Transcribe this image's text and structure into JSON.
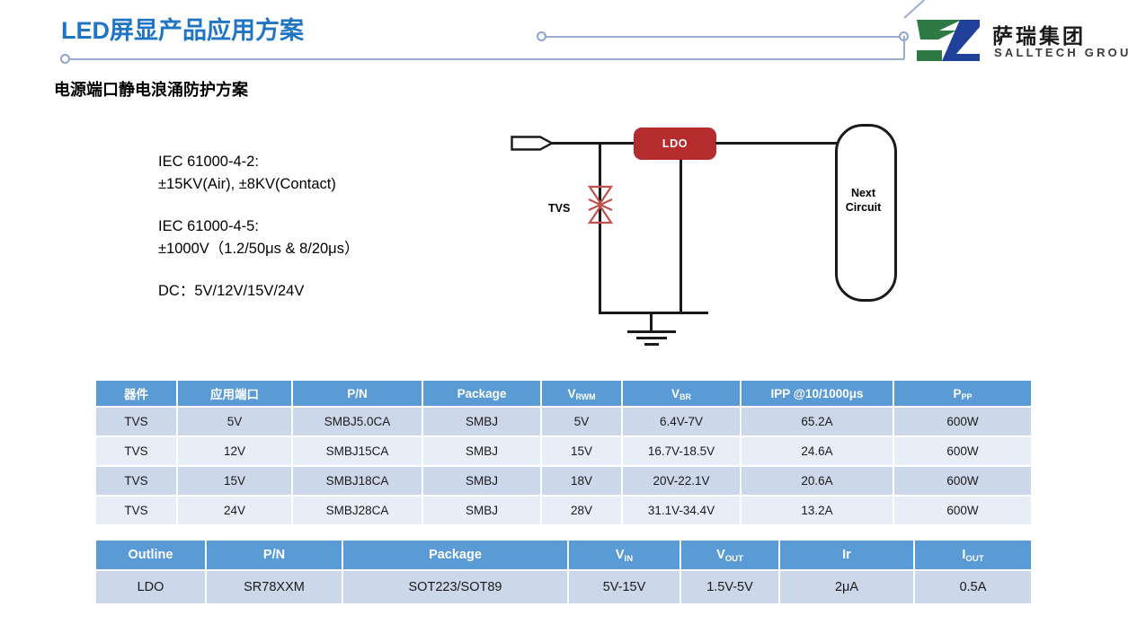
{
  "header": {
    "title": "LED屏显产品应用方案",
    "subtitle": "电源端口静电浪涌防护方案",
    "accent_color": "#1f75c4",
    "deco_line_color": "#9aaed5"
  },
  "logo": {
    "name_cn": "萨瑞集团",
    "name_en": "SALLTECH GROUP",
    "green": "#2f7a44",
    "blue": "#20409a"
  },
  "spec": {
    "groups": [
      {
        "line1": "IEC 61000-4-2:",
        "line2": "±15KV(Air), ±8KV(Contact)"
      },
      {
        "line1": "IEC 61000-4-5:",
        "line2": "±1000V（1.2/50μs & 8/20μs）"
      },
      {
        "line1": "DC：5V/12V/15V/24V",
        "line2": ""
      }
    ]
  },
  "circuit": {
    "tvs_label": "TVS",
    "ldo_label": "LDO",
    "ldo_color": "#b52c2f",
    "next_circuit_line1": "Next",
    "next_circuit_line2": "Circuit",
    "wire_color": "#1a1a1a",
    "tvs_symbol_color": "#c0504d"
  },
  "table_tvs": {
    "header_color": "#5b9bd5",
    "columns": [
      {
        "label": "器件",
        "sub": ""
      },
      {
        "label": "应用端口",
        "sub": ""
      },
      {
        "label": "P/N",
        "sub": ""
      },
      {
        "label": "Package",
        "sub": ""
      },
      {
        "label": "V",
        "sub": "RWM"
      },
      {
        "label": "V",
        "sub": "BR"
      },
      {
        "label": "IPP @10/1000μs",
        "sub": ""
      },
      {
        "label": "P",
        "sub": "PP"
      }
    ],
    "rows": [
      [
        "TVS",
        "5V",
        "SMBJ5.0CA",
        "SMBJ",
        "5V",
        "6.4V-7V",
        "65.2A",
        "600W"
      ],
      [
        "TVS",
        "12V",
        "SMBJ15CA",
        "SMBJ",
        "15V",
        "16.7V-18.5V",
        "24.6A",
        "600W"
      ],
      [
        "TVS",
        "15V",
        "SMBJ18CA",
        "SMBJ",
        "18V",
        "20V-22.1V",
        "20.6A",
        "600W"
      ],
      [
        "TVS",
        "24V",
        "SMBJ28CA",
        "SMBJ",
        "28V",
        "31.1V-34.4V",
        "13.2A",
        "600W"
      ]
    ]
  },
  "table_ldo": {
    "header_color": "#5b9bd5",
    "columns": [
      {
        "label": "Outline",
        "sub": ""
      },
      {
        "label": "P/N",
        "sub": ""
      },
      {
        "label": "Package",
        "sub": ""
      },
      {
        "label": "V",
        "sub": "IN"
      },
      {
        "label": "V",
        "sub": "OUT"
      },
      {
        "label": "Ir",
        "sub": ""
      },
      {
        "label": "I",
        "sub": "OUT"
      }
    ],
    "rows": [
      [
        "LDO",
        "SR78XXM",
        "SOT223/SOT89",
        "5V-15V",
        "1.5V-5V",
        "2μA",
        "0.5A"
      ]
    ]
  }
}
